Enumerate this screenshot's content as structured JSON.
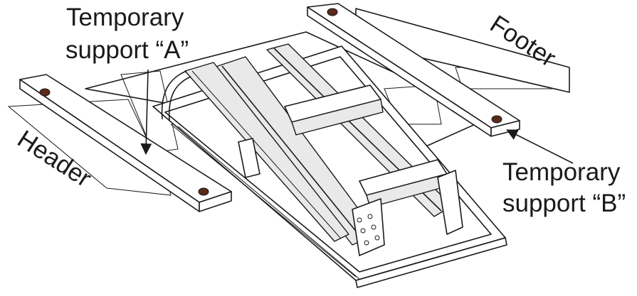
{
  "labels": {
    "support_a_line1": "Temporary",
    "support_a_line2": "support “A”",
    "support_b_line1": "Temporary",
    "support_b_line2": "support “B”",
    "header": "Header",
    "footer": "Footer"
  },
  "colors": {
    "ink": "#1a1a1a",
    "paper": "#ffffff",
    "shade": "#e9e9e9"
  }
}
